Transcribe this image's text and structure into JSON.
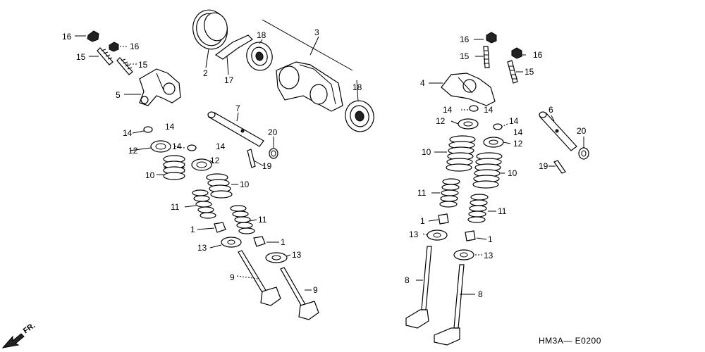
{
  "diagram": {
    "code": "HM3A— E0200",
    "direction": "FR.",
    "labels": {
      "n1": "1",
      "n2": "2",
      "n3": "3",
      "n4": "4",
      "n5": "5",
      "n6": "6",
      "n7": "7",
      "n8": "8",
      "n9": "9",
      "n10": "10",
      "n11": "11",
      "n12": "12",
      "n13": "13",
      "n14": "14",
      "n15": "15",
      "n16": "16",
      "n17": "17",
      "n18": "18",
      "n19": "19",
      "n20": "20"
    }
  }
}
